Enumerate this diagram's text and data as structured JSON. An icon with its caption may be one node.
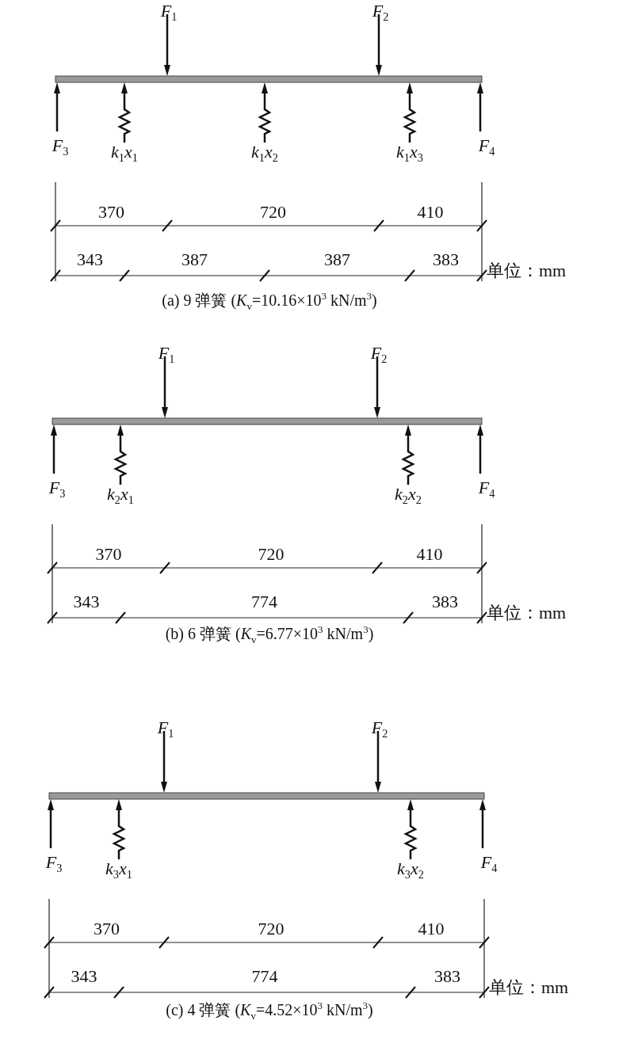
{
  "diagram": {
    "labels": [
      "*F*$_{1}$",
      "*F*$_{2}$",
      "*F*$_{3}$",
      "*k*$_{1}$*x*$_{1}$",
      "*k*$_{1}$*x*$_{2}$",
      "*k*$_{1}$*x*$_{3}$",
      "*F*$_{4}$",
      "370",
      "720",
      "410",
      "343",
      "387",
      "387",
      "383",
      "单位：mm",
      "(a) 9 弹簧 (*K*$_{v}$=10.16×10$^{3}$ kN/m$^{3}$)",
      "*F*$_{1}$",
      "*F*$_{2}$",
      "*F*$_{3}$",
      "*k*$_{2}$*x*$_{1}$",
      "*k*$_{2}$*x*$_{2}$",
      "*F*$_{4}$",
      "370",
      "720",
      "410",
      "343",
      "774",
      "383",
      "单位：mm",
      "(b) 6 弹簧 (*K*$_{v}$=6.77×10$^{3}$ kN/m$^{3}$)",
      "*F*$_{1}$",
      "*F*$_{2}$",
      "*F*$_{3}$",
      "*k*$_{3}$*x*$_{1}$",
      "*k*$_{3}$*x*$_{2}$",
      "*F*$_{4}$",
      "370",
      "720",
      "410",
      "343",
      "774",
      "383",
      "单位：mm",
      "(c) 4 弹簧 (*K*$_{v}$=4.52×10$^{3}$ kN/m$^{3}$)"
    ]
  }
}
